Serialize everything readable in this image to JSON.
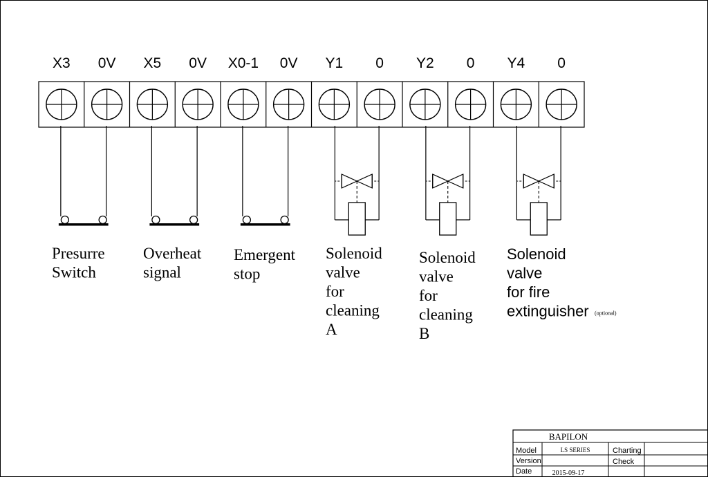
{
  "terminals": [
    {
      "label": "X3"
    },
    {
      "label": "0V"
    },
    {
      "label": "X5"
    },
    {
      "label": "0V"
    },
    {
      "label": "X0-1"
    },
    {
      "label": "0V"
    },
    {
      "label": "Y1"
    },
    {
      "label": "0"
    },
    {
      "label": "Y2"
    },
    {
      "label": "0"
    },
    {
      "label": "Y4"
    },
    {
      "label": "0"
    }
  ],
  "devices": [
    {
      "kind": "switch",
      "lines": [
        "Presurre",
        "Switch"
      ]
    },
    {
      "kind": "switch",
      "lines": [
        "Overheat",
        "signal"
      ]
    },
    {
      "kind": "switch",
      "lines": [
        "Emergent",
        "stop"
      ]
    },
    {
      "kind": "valve",
      "lines": [
        "Solenoid",
        "valve",
        "for",
        "cleaning",
        "A"
      ]
    },
    {
      "kind": "valve",
      "lines": [
        "Solenoid",
        "valve",
        "for",
        "cleaning",
        "B"
      ]
    },
    {
      "kind": "valve",
      "lines": [
        "Solenoid",
        "valve",
        "for fire",
        "extinguisher"
      ],
      "note": "(optional)"
    }
  ],
  "title_block": {
    "company": "BAPILON",
    "model_label": "Model",
    "model_value": "LS SERIES",
    "version_label": "Version",
    "version_value": "",
    "date_label": "Date",
    "date_value": "2015-09-17",
    "charting_label": "Charting",
    "check_label": "Check"
  }
}
